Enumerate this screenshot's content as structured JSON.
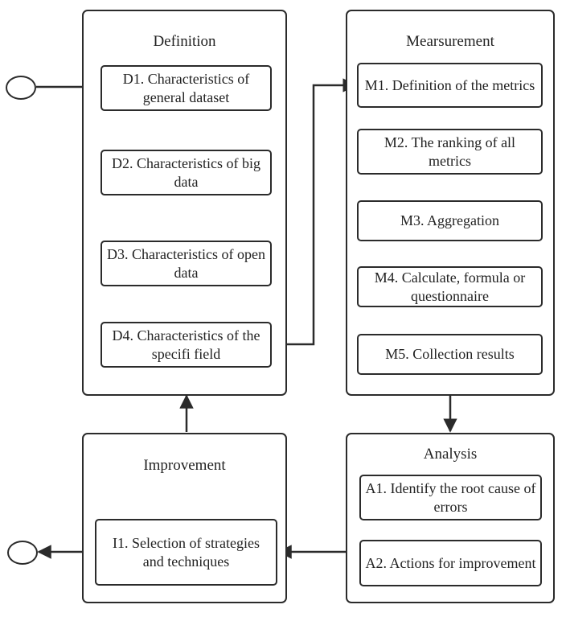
{
  "definition": {
    "title": "Definition",
    "steps": [
      "D1. Characteristics of general dataset",
      "D2. Characteristics of big data",
      "D3. Characteristics of open data",
      "D4. Characteristics of the specifi field"
    ]
  },
  "measurement": {
    "title": "Mearsurement",
    "steps": [
      "M1. Definition of the metrics",
      "M2. The ranking of all metrics",
      "M3. Aggregation",
      "M4. Calculate, formula or questionnaire",
      "M5. Collection results"
    ]
  },
  "analysis": {
    "title": "Analysis",
    "steps": [
      "A1. Identify the root cause of errors",
      "A2. Actions for improvement"
    ]
  },
  "improvement": {
    "title": "Improvement",
    "steps": [
      "I1. Selection of strategies and techniques"
    ]
  }
}
